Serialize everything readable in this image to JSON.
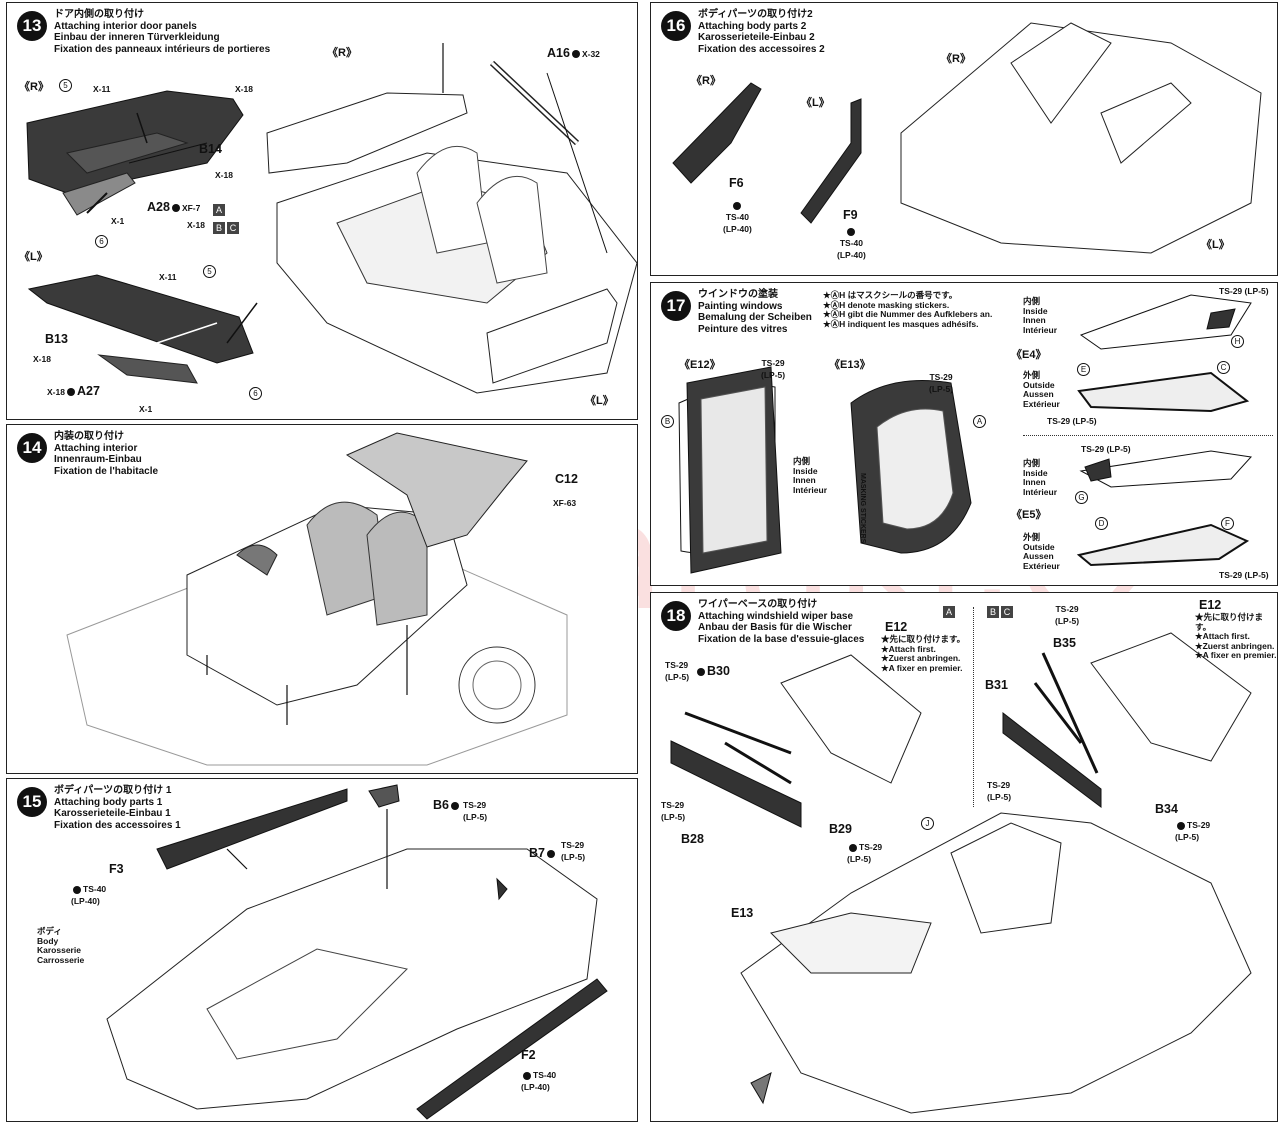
{
  "steps": {
    "s13": {
      "num": "13",
      "title": [
        "ドア内側の取り付け",
        "Attaching interior door panels",
        "Einbau der inneren Türverkleidung",
        "Fixation des panneaux intérieurs de portieres"
      ]
    },
    "s14": {
      "num": "14",
      "title": [
        "内装の取り付け",
        "Attaching interior",
        "Innenraum-Einbau",
        "Fixation de l'habitacle"
      ]
    },
    "s15": {
      "num": "15",
      "title": [
        "ボディパーツの取り付け 1",
        "Attaching body parts 1",
        "Karosserieteile-Einbau 1",
        "Fixation des accessoires 1"
      ]
    },
    "s16": {
      "num": "16",
      "title": [
        "ボディパーツの取り付け2",
        "Attaching body parts 2",
        "Karosserieteile-Einbau 2",
        "Fixation des accessoires 2"
      ]
    },
    "s17": {
      "num": "17",
      "title": [
        "ウインドウの塗装",
        "Painting windows",
        "Bemalung der Scheiben",
        "Peinture des vitres"
      ]
    },
    "s18": {
      "num": "18",
      "title": [
        "ワイパーベースの取り付け",
        "Attaching windshield wiper base",
        "Anbau der Basis für die Wischer",
        "Fixation de la base d'essuie-glaces"
      ]
    }
  },
  "labels": {
    "R": "《R》",
    "L": "《L》",
    "E12": "《E12》",
    "E13": "《E13》",
    "E4": "《E4》",
    "E5": "《E5》",
    "A16": "A16",
    "X32": "X-32",
    "X11": "X-11",
    "X18": "X-18",
    "X1": "X-1",
    "X7": "XF-7",
    "B14": "B14",
    "A28": "A28",
    "B13": "B13",
    "A27": "A27",
    "n5": "5",
    "n6": "6",
    "C12": "C12",
    "XF63": "XF-63",
    "B6": "B6",
    "B7": "B7",
    "F3": "F3",
    "F2": "F2",
    "F6": "F6",
    "F9": "F9",
    "TS29": "TS-29",
    "LP5": "(LP-5)",
    "TS40": "TS-40",
    "LP40": "(LP-40)",
    "sqA": "A",
    "sqB": "B",
    "sqC": "C",
    "body": [
      "ボディ",
      "Body",
      "Karosserie",
      "Carrosserie"
    ],
    "inside": [
      "内側",
      "Inside",
      "Innen",
      "Intérieur"
    ],
    "outside": [
      "外側",
      "Outside",
      "Aussen",
      "Extérieur"
    ],
    "mask_note": [
      "★ⒶH はマスクシールの番号です。",
      "★ⒶH denote masking stickers.",
      "★ⒶH gibt die Nummer des Aufklebers an.",
      "★ⒶH indiquent les masques adhésifs."
    ],
    "attach_first": [
      "★先に取り付けます。",
      "★Attach first.",
      "★Zuerst anbringen.",
      "★A fixer en premier."
    ],
    "cA": "A",
    "cB": "B",
    "cC": "C",
    "cD": "D",
    "cE": "E",
    "cF": "F",
    "cG": "G",
    "cH": "H",
    "cJ": "J",
    "E12s": "E12",
    "E13s": "E13",
    "B30": "B30",
    "B28": "B28",
    "B29": "B29",
    "B35": "B35",
    "B31": "B31",
    "B34": "B34",
    "masking": "MASKING STICKERS"
  },
  "watermark": "modelartikl.cz"
}
